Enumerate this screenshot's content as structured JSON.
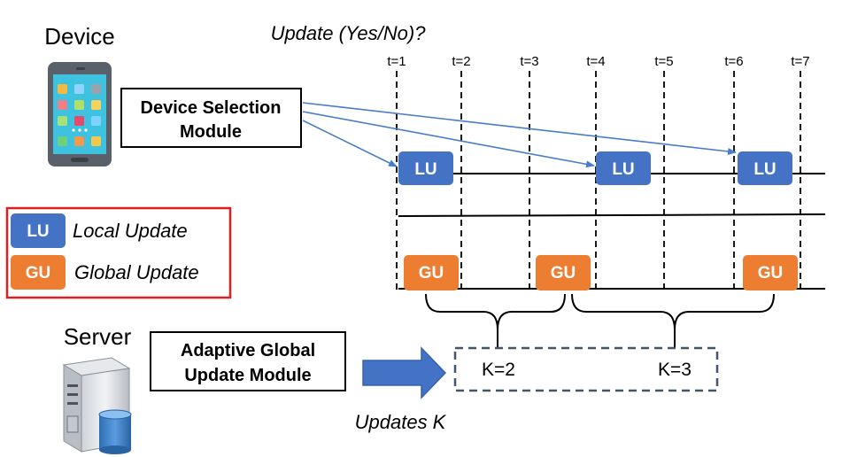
{
  "device_label": "Device",
  "server_label": "Server",
  "question_label": "Update (Yes/No)?",
  "updates_k_label": "Updates K",
  "device_selection_module": [
    "Device Selection",
    "Module"
  ],
  "adaptive_global_update_module": [
    "Adaptive Global",
    "Update Module"
  ],
  "time_ticks": [
    "t=1",
    "t=2",
    "t=3",
    "t=4",
    "t=5",
    "t=6",
    "t=7"
  ],
  "local_update_events": [
    {
      "time": "t=1",
      "label": "LU"
    },
    {
      "time": "t=4",
      "label": "LU"
    },
    {
      "time": "t=6",
      "label": "LU"
    }
  ],
  "global_update_events": [
    {
      "time": "t=1",
      "label": "GU"
    },
    {
      "time": "t=3",
      "label": "GU"
    },
    {
      "time": "t=6",
      "label": "GU"
    }
  ],
  "k_values": [
    "K=2",
    "K=3"
  ],
  "legend": {
    "items": [
      {
        "badge": "LU",
        "text": "Local Update"
      },
      {
        "badge": "GU",
        "text": "Global Update"
      }
    ]
  },
  "colors": {
    "lu_blue": "#4472C4",
    "gu_orange": "#ED7D31",
    "arrow_blue": "#4A7CC9",
    "legend_border": "#E02020",
    "dashed_box": "#44546A"
  }
}
